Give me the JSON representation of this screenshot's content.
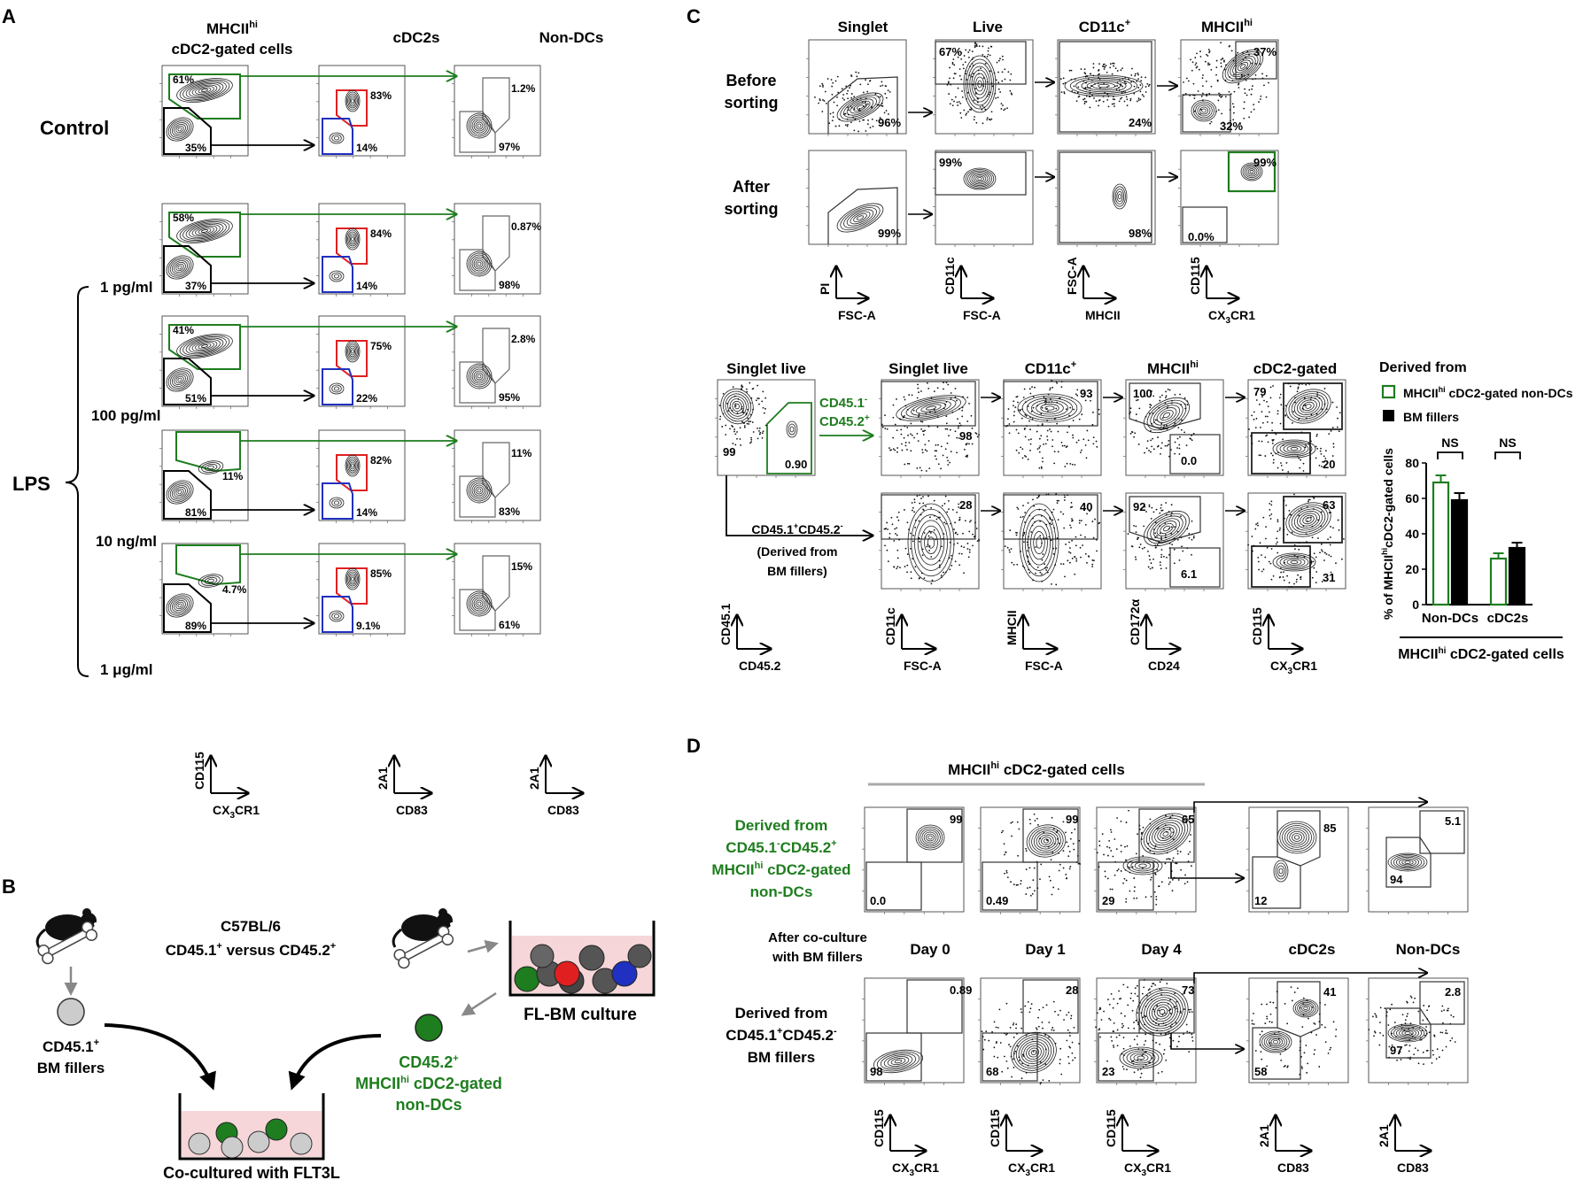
{
  "colors": {
    "green": "#1e7d1e",
    "red": "#e02020",
    "blue": "#2030c0",
    "black": "#000000",
    "pink": "#f6d6d8"
  },
  "panelA": {
    "letter": "A",
    "headers": [
      "MHCII",
      "hi",
      "cDC2-gated cells",
      "cDC2s",
      "Non-DCs"
    ],
    "rowlabels": [
      "Control",
      "LPS",
      "1 pg/ml",
      "100 pg/ml",
      "10 ng/ml",
      "1 μg/ml"
    ],
    "axes": [
      {
        "y": "CD115",
        "x": "CX",
        "xsub": "3",
        "xend": "CR1"
      },
      {
        "y": "2A1",
        "x": "CD83"
      },
      {
        "y": "2A1",
        "x": "CD83"
      }
    ],
    "rows": [
      {
        "mh_top": "61%",
        "mh_bot": "35%",
        "c_top": "83%",
        "c_bot": "14%",
        "n_top": "1.2%",
        "n_bot": "97%"
      },
      {
        "mh_top": "58%",
        "mh_bot": "37%",
        "c_top": "84%",
        "c_bot": "14%",
        "n_top": "0.87%",
        "n_bot": "98%"
      },
      {
        "mh_top": "41%",
        "mh_bot": "51%",
        "c_top": "75%",
        "c_bot": "22%",
        "n_top": "2.8%",
        "n_bot": "95%"
      },
      {
        "mh_top": "11%",
        "mh_bot": "81%",
        "c_top": "82%",
        "c_bot": "14%",
        "n_top": "11%",
        "n_bot": "83%"
      },
      {
        "mh_top": "4.7%",
        "mh_bot": "89%",
        "c_top": "85%",
        "c_bot": "9.1%",
        "n_top": "15%",
        "n_bot": "61%"
      }
    ]
  },
  "panelB": {
    "letter": "B",
    "strain": "C57BL/6",
    "cd451": "CD45.1",
    "cd452": "CD45.2",
    "plus": "+",
    "minus": "-",
    "versus": "versus",
    "fillers_l1": "CD45.1",
    "fillers_l2": "BM fillers",
    "nondc_l1": "CD45.2",
    "nondc_l2a": "MHCII",
    "nondc_l2b": "hi",
    "nondc_l2c": " cDC2-gated",
    "nondc_l3": "non-DCs",
    "flbm": "FL-BM culture",
    "coculture": "Co-cultured with FLT3L"
  },
  "panelC": {
    "letter": "C",
    "top_headers": [
      "Singlet",
      "Live",
      "CD11c",
      "+",
      "MHCII",
      "hi"
    ],
    "before": [
      "Before",
      "sorting"
    ],
    "after": [
      "After",
      "sorting"
    ],
    "before_vals": [
      "96%",
      "67%",
      "24%",
      "37%",
      "32%"
    ],
    "after_vals": [
      "99%",
      "99%",
      "98%",
      "99%",
      "0.0%"
    ],
    "top_axes": [
      {
        "y": "PI",
        "x": "FSC-A"
      },
      {
        "y": "CD11c",
        "x": "FSC-A"
      },
      {
        "y": "FSC-A",
        "x": "MHCII"
      },
      {
        "y": "CD115",
        "x": "CX",
        "xsub": "3",
        "xend": "CR1"
      }
    ],
    "bot_headers": [
      "Singlet live",
      "Singlet live",
      "CD11c",
      "+",
      "MHCII",
      "hi",
      "cDC2-gated"
    ],
    "gate_label1": "CD45.1",
    "gate_label2": "CD45.2",
    "route_l1": "CD45.1",
    "route_l2": "(Derived from",
    "route_l3": "BM fillers)",
    "first_vals": [
      "99",
      "0.90"
    ],
    "row1_vals": [
      "98",
      "93",
      "100",
      "0.0",
      "79",
      "20"
    ],
    "row2_vals": [
      "28",
      "40",
      "92",
      "6.1",
      "63",
      "31"
    ],
    "bot_axes": [
      {
        "y": "CD45.1",
        "x": "CD45.2"
      },
      {
        "y": "CD11c",
        "x": "FSC-A"
      },
      {
        "y": "MHCII",
        "x": "FSC-A"
      },
      {
        "y": "CD172α",
        "x": "CD24"
      },
      {
        "y": "CD115",
        "x": "CX",
        "xsub": "3",
        "xend": "CR1"
      }
    ]
  },
  "chart_data": {
    "type": "bar",
    "legend_title": "Derived from",
    "categories": [
      "Non-DCs",
      "cDC2s"
    ],
    "series": [
      {
        "name": "MHCIIhi cDC2-gated non-DCs",
        "values": [
          69,
          26
        ],
        "errors": [
          4,
          3
        ]
      },
      {
        "name": "BM fillers",
        "values": [
          59,
          32
        ],
        "errors": [
          4,
          3
        ]
      }
    ],
    "ylabel": "% of MHCIIhi cDC2-gated cells",
    "xlabel": "MHCIIhi cDC2-gated cells",
    "ylim": [
      0,
      80
    ],
    "yticks": [
      0,
      20,
      40,
      60,
      80
    ],
    "significance": [
      "NS",
      "NS"
    ],
    "legend": [
      "MHCII",
      "hi",
      " cDC2-gated non-DCs",
      "BM fillers"
    ],
    "ylabel_parts": [
      "% of MHCII",
      "hi",
      "cDC2-gated cells"
    ],
    "xlabel_parts": [
      "MHCII",
      "hi",
      " cDC2-gated cells"
    ]
  },
  "panelD": {
    "letter": "D",
    "header_a": "MHCII",
    "header_b": "hi",
    "header_c": " cDC2-gated cells",
    "row1_label": [
      "Derived from",
      "CD45.1",
      "CD45.2",
      "MHCII",
      "hi",
      " cDC2-gated",
      "non-DCs"
    ],
    "mid_left": [
      "After co-culture",
      "with BM fillers"
    ],
    "mid_cols": [
      "Day 0",
      "Day 1",
      "Day 4",
      "cDC2s",
      "Non-DCs"
    ],
    "row2_label": [
      "Derived from",
      "CD45.1",
      "CD45.2",
      "BM fillers"
    ],
    "row1_vals": [
      "99",
      "0.0",
      "99",
      "0.49",
      "65",
      "29",
      "85",
      "12",
      "5.1",
      "94"
    ],
    "row2_vals": [
      "0.89",
      "98",
      "28",
      "68",
      "73",
      "23",
      "41",
      "58",
      "2.8",
      "97"
    ],
    "axes": [
      {
        "y": "CD115",
        "x": "CX",
        "xsub": "3",
        "xend": "CR1"
      },
      {
        "y": "CD115",
        "x": "CX",
        "xsub": "3",
        "xend": "CR1"
      },
      {
        "y": "CD115",
        "x": "CX",
        "xsub": "3",
        "xend": "CR1"
      },
      {
        "y": "2A1",
        "x": "CD83"
      },
      {
        "y": "2A1",
        "x": "CD83"
      }
    ]
  }
}
